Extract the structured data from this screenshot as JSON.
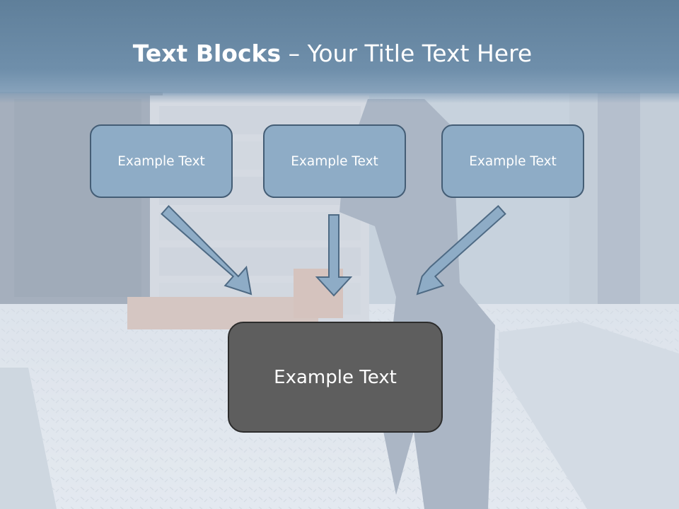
{
  "title": {
    "bold": "Text Blocks",
    "rest": " – Your Title Text Here"
  },
  "boxes": {
    "left": "Example Text",
    "center": "Example Text",
    "right": "Example Text",
    "bottom": "Example Text"
  },
  "colors": {
    "title_band": "#6a8aa6",
    "small_box_fill": "#8eacc6",
    "small_box_border": "#445d75",
    "bottom_box_fill": "#5e5e5e",
    "bottom_box_border": "#2c2c2c",
    "arrow_fill": "#8eacc6",
    "arrow_stroke": "#4e6a84"
  }
}
